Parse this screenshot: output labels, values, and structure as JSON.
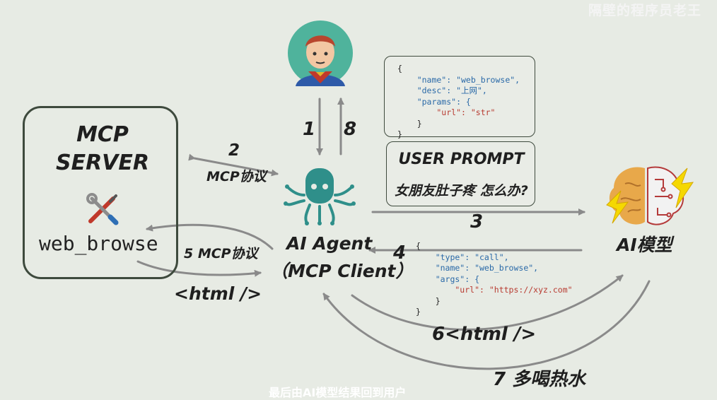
{
  "watermark": "隔壁的程序员老王",
  "server": {
    "title_line1": "MCP",
    "title_line2": "SERVER",
    "tool_icon": "wrench-screwdriver-icon",
    "tool_name": "web_browse"
  },
  "agent": {
    "icon": "octopus-agent-icon",
    "label_line1": "AI Agent",
    "label_line2": "（MCP Client）"
  },
  "user": {
    "icon": "superhero-avatar-icon"
  },
  "model": {
    "icon": "brain-lightning-icon",
    "label": "AI模型"
  },
  "schema": {
    "lines": [
      "{",
      "    \"name\": \"web_browse\",",
      "    \"desc\": \"上网\",",
      "    \"params\": {",
      "        \"url\": \"str\"",
      "    }",
      "}"
    ]
  },
  "prompt": {
    "title": "USER PROMPT",
    "text": "女朋友肚子疼 怎么办?"
  },
  "call": {
    "lines": [
      "{",
      "    \"type\": \"call\",",
      "    \"name\": \"web_browse\",",
      "    \"args\": {",
      "        \"url\": \"https://xyz.com\"",
      "    }",
      "}"
    ]
  },
  "steps": {
    "s1": "1",
    "s8": "8",
    "s2": "2",
    "mcp_protocol": "MCP协议",
    "s3": "3",
    "s4": "4",
    "s5": "5 MCP协议",
    "html_tag": "<html />",
    "s6": "6<html />",
    "s7": "7 多喝热水"
  },
  "subtitle_partial": "最后由AI模型结果回到用户"
}
